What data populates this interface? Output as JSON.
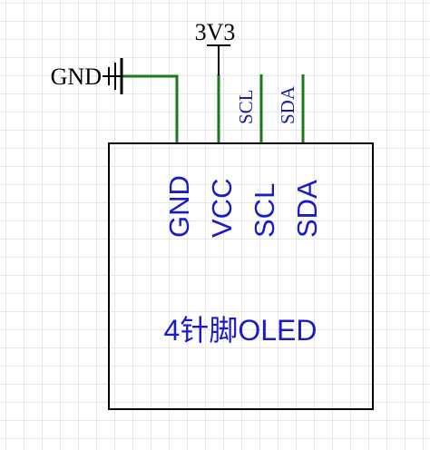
{
  "power": {
    "label": "3V3"
  },
  "ground": {
    "label": "GND"
  },
  "net_labels": {
    "scl": "SCL",
    "sda": "SDA"
  },
  "module": {
    "name": "4针脚OLED",
    "pins": [
      "GND",
      "VCC",
      "SCL",
      "SDA"
    ]
  },
  "colors": {
    "wire": "#1a7a1a",
    "symbol": "#000000",
    "net_label": "#1a1aa6",
    "pin_text": "#1a1acc"
  }
}
